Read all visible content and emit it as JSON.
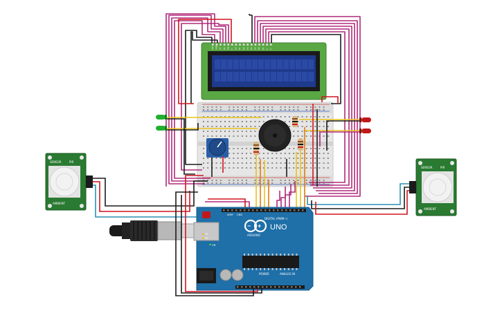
{
  "lcd": {
    "pin_labels": [
      "VSS",
      "VDD",
      "V0",
      "RS",
      "RW",
      "E",
      "D0",
      "D1",
      "D2",
      "D3",
      "D4",
      "D5",
      "D6",
      "D7",
      "A",
      "K"
    ]
  },
  "arduino": {
    "model": "UNO",
    "brand": "ARDUINO",
    "digital_label": "DIGITAL (PWM~)",
    "power_label": "POWER",
    "analog_label": "ANALOG IN",
    "aref": "AREF",
    "gnd": "GND",
    "tx": "TX",
    "rx": "RX",
    "on": "ON"
  },
  "pir_left": {
    "labels": [
      "SENSOR",
      "PIR",
      "AMBIENT"
    ]
  },
  "pir_right": {
    "labels": [
      "SENSOR",
      "PIR",
      "AMBIENT"
    ]
  },
  "colors": {
    "wire_magenta": "#b0287a",
    "wire_red": "#d0141e",
    "wire_black": "#1a1a1a",
    "wire_yellow": "#e8c21a",
    "wire_orange": "#e07a10",
    "wire_blue": "#2a8fb5",
    "arduino_blue": "#1f6fa8",
    "lcd_green": "#5aa844",
    "lcd_screen": "#1e3a8c",
    "pcb_green": "#2a7a32"
  }
}
